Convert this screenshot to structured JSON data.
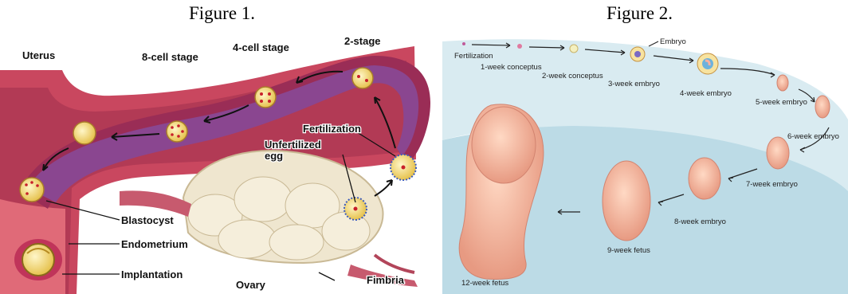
{
  "figure1": {
    "title": "Figure 1.",
    "labels": {
      "uterus": "Uterus",
      "eight_cell": "8-cell stage",
      "four_cell": "4-cell stage",
      "two_stage": "2-stage",
      "fertilization": "Fertilization",
      "unfertilized_1": "Unfertilized",
      "unfertilized_2": "egg",
      "blastocyst": "Blastocyst",
      "endometrium": "Endometrium",
      "implantation": "Implantation",
      "ovary": "Ovary",
      "fimbria": "Fimbria"
    },
    "colors": {
      "tube": "#a0325a",
      "lumen": "#8c4a8c",
      "wall": "#cf4a62",
      "ovary": "#efe6cf",
      "cell": "#f6df86"
    }
  },
  "figure2": {
    "title": "Figure 2.",
    "labels": {
      "fertilization": "Fertilization",
      "conceptus_1wk": "1-week conceptus",
      "conceptus_2wk": "2-week conceptus",
      "embryo": "Embryo",
      "embryo_3wk": "3-week embryo",
      "embryo_4wk": "4-week embryo",
      "embryo_5wk": "5-week embryo",
      "embryo_6wk": "6-week embryo",
      "embryo_7wk": "7-week embryo",
      "embryo_8wk": "8-week embryo",
      "fetus_9wk": "9-week fetus",
      "fetus_12wk": "12-week fetus"
    },
    "colors": {
      "band": "#bcdbe6",
      "skin": "#f3b59c"
    }
  }
}
